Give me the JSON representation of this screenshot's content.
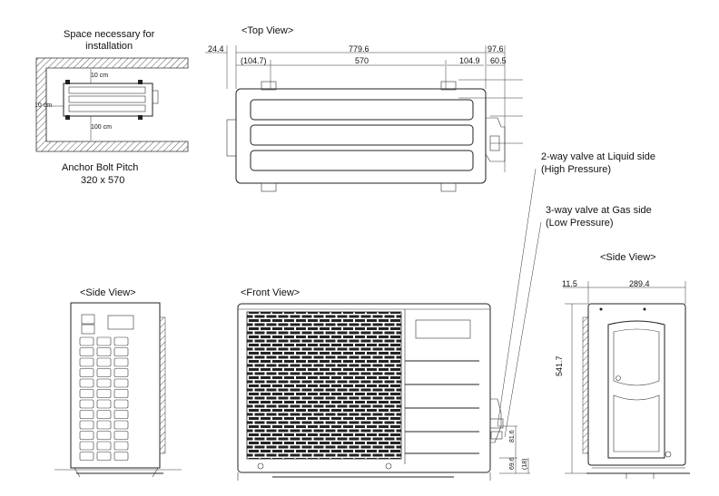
{
  "install": {
    "title": "Space necessary for\ninstallation",
    "dim_top": "10 cm",
    "dim_left": "10 cm",
    "dim_front": "100 cm",
    "anchor_title": "Anchor Bolt Pitch",
    "anchor_value": "320 x 570"
  },
  "top_view": {
    "title": "<Top View>",
    "dims": {
      "left_offset": "24.4",
      "overall": "779.6",
      "left_bolt": "(104.7)",
      "pitch": "570",
      "right_bolt": "104.9",
      "right_total": "97.6",
      "right_inner": "60.5"
    }
  },
  "valves": {
    "liquid_line1": "2-way valve at Liquid side",
    "liquid_line2": "(High Pressure)",
    "gas_line1": "3-way valve at Gas side",
    "gas_line2": "(Low Pressure)"
  },
  "side_view_left": {
    "title": "<Side View>"
  },
  "front_view": {
    "title": "<Front View>",
    "dims": {
      "a": "81.6",
      "b": "69.6",
      "c": "(18)"
    }
  },
  "side_view_right": {
    "title": "<Side View>",
    "dims": {
      "left": "11.5",
      "width": "289.4",
      "height": "541.7"
    }
  }
}
